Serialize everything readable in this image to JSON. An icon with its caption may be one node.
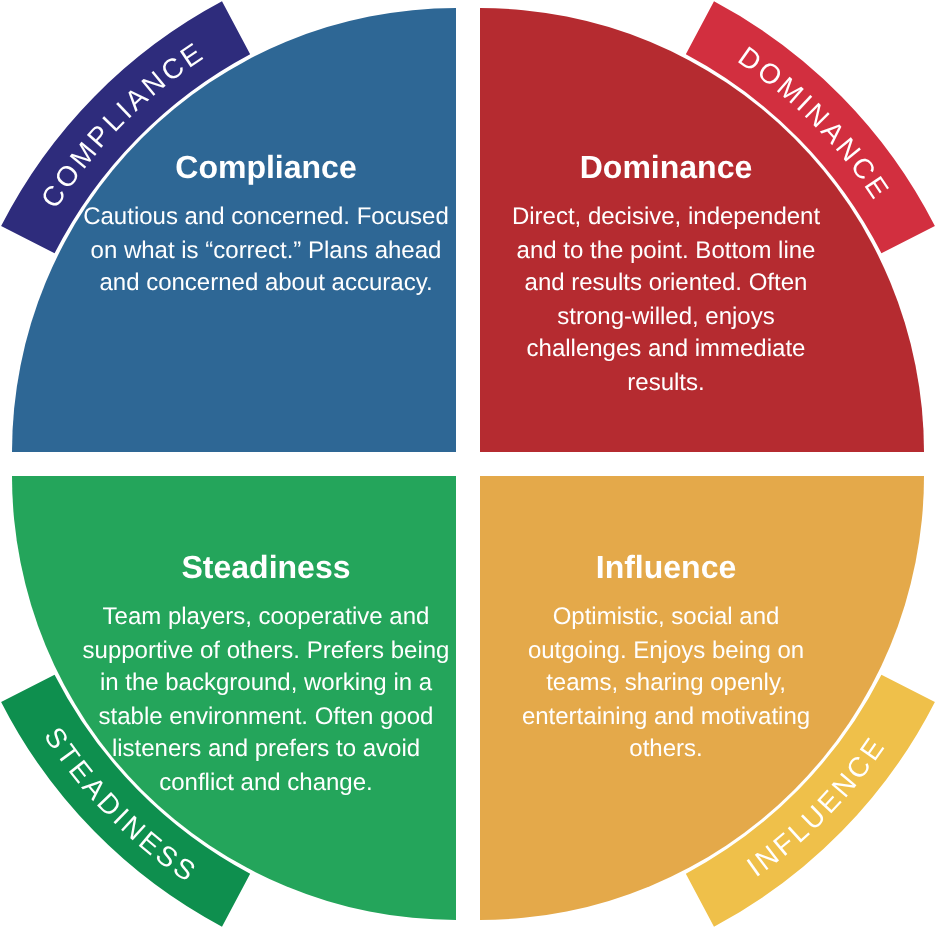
{
  "diagram": {
    "nodes": [
      {
        "text": [
          "COMPLIANCE"
        ]
      },
      {
        "text": [
          "DOMINANCE"
        ]
      },
      {
        "text": [
          "Compliance",
          "Cautious and concerned. Focused on what is “correct.” Plans ahead and concerned about accuracy."
        ]
      },
      {
        "text": [
          "Dominance",
          "Direct, decisive, independent and to the point. Bottom line and results oriented. Often strong-willed, enjoys challenges and immediate results."
        ]
      },
      {
        "text": [
          "Steadiness",
          "Team players, cooperative and supportive of others. Prefers being in the background, working in a stable environment. Often good listeners and prefers to avoid conflict and change."
        ]
      },
      {
        "text": [
          "Influence",
          "Optimistic, social and outgoing. Enjoys being on teams, sharing openly, entertaining and motivating others."
        ]
      },
      {
        "text": [
          "STEADINESS"
        ]
      },
      {
        "text": [
          "INFLUENCE"
        ]
      }
    ]
  }
}
